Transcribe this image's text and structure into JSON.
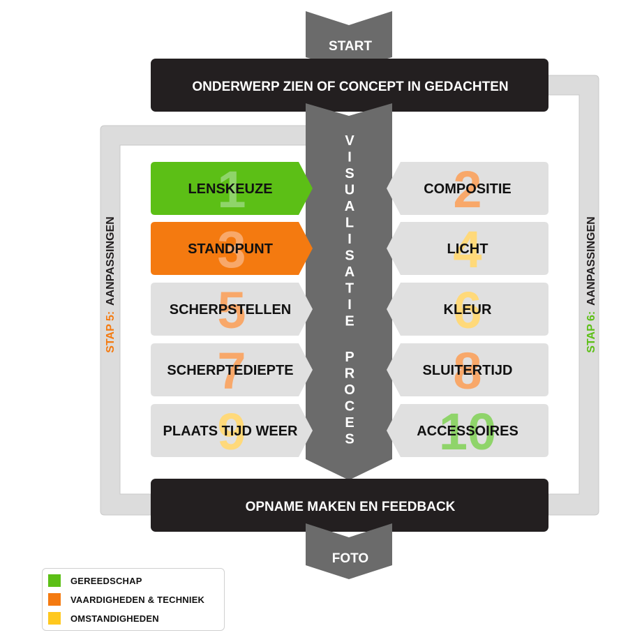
{
  "start_label": "START",
  "top_box_label": "ONDERWERP ZIEN OF CONCEPT IN GEDACHTEN",
  "bottom_box_label": "OPNAME MAKEN EN FEEDBACK",
  "end_label": "FOTO",
  "center_column": {
    "word1": "VISUALISATIE",
    "word2": "PROCES"
  },
  "side_left": {
    "step": "STAP 5:",
    "action": "AANPASSINGEN"
  },
  "side_right": {
    "step": "STAP 6:",
    "action": "AANPASSINGEN"
  },
  "steps": [
    {
      "number": "1",
      "label": "LENSKEUZE"
    },
    {
      "number": "2",
      "label": "COMPOSITIE"
    },
    {
      "number": "3",
      "label": "STANDPUNT"
    },
    {
      "number": "4",
      "label": "LICHT"
    },
    {
      "number": "5",
      "label": "SCHERPSTELLEN"
    },
    {
      "number": "6",
      "label": "KLEUR"
    },
    {
      "number": "7",
      "label": "SCHERPTEDIEPTE"
    },
    {
      "number": "8",
      "label": "SLUITERTIJD"
    },
    {
      "number": "9",
      "label": "PLAATS TIJD WEER"
    },
    {
      "number": "10",
      "label": "ACCESSOIRES"
    }
  ],
  "legend": [
    {
      "label": "GEREEDSCHAP",
      "color": "#5cbf16"
    },
    {
      "label": "VAARDIGHEDEN & TECHNIEK",
      "color": "#f47a10"
    },
    {
      "label": "OMSTANDIGHEDEN",
      "color": "#ffc81e"
    }
  ],
  "colors": {
    "dark": "#231f20",
    "column": "#6b6b6b",
    "light_box": "#e0e0e0",
    "green": "#5cbf16",
    "orange": "#f47a10",
    "num_green": "#8fd46a",
    "num_orange": "#f8a86a",
    "num_yellow": "#ffd97a"
  }
}
